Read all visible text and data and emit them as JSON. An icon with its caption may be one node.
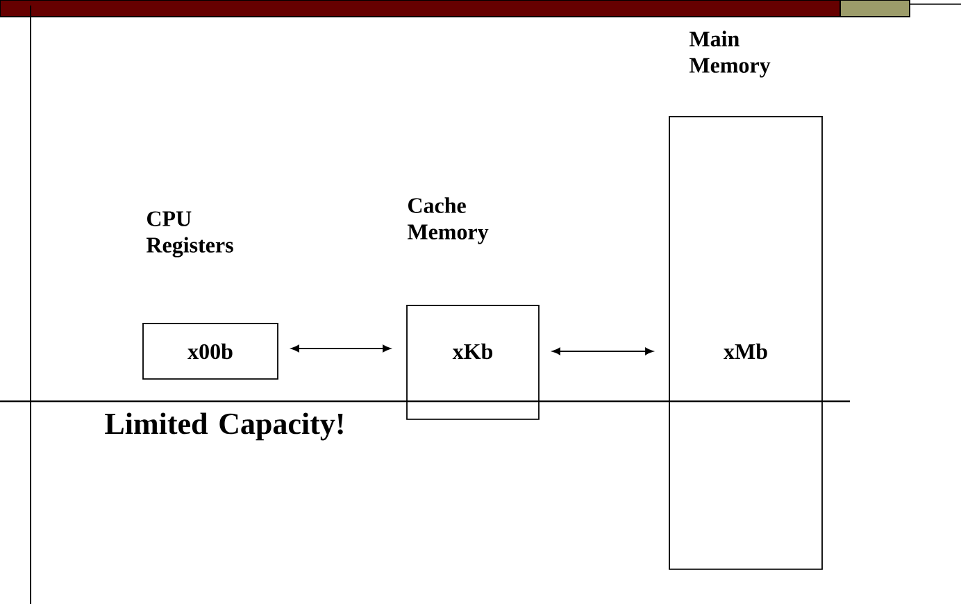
{
  "diagram": {
    "nodes": [
      {
        "text": [
          "CPU Registers",
          "x00b"
        ]
      },
      {
        "text": [
          "Cache Memory",
          "xKb"
        ]
      },
      {
        "text": [
          "Main Memory",
          "xMb"
        ]
      }
    ],
    "edges": [
      {
        "from": 0,
        "to": 1,
        "arrow": "both"
      },
      {
        "from": 1,
        "to": 2,
        "arrow": "both"
      }
    ],
    "labels": [
      "Limited Capacity!"
    ]
  }
}
